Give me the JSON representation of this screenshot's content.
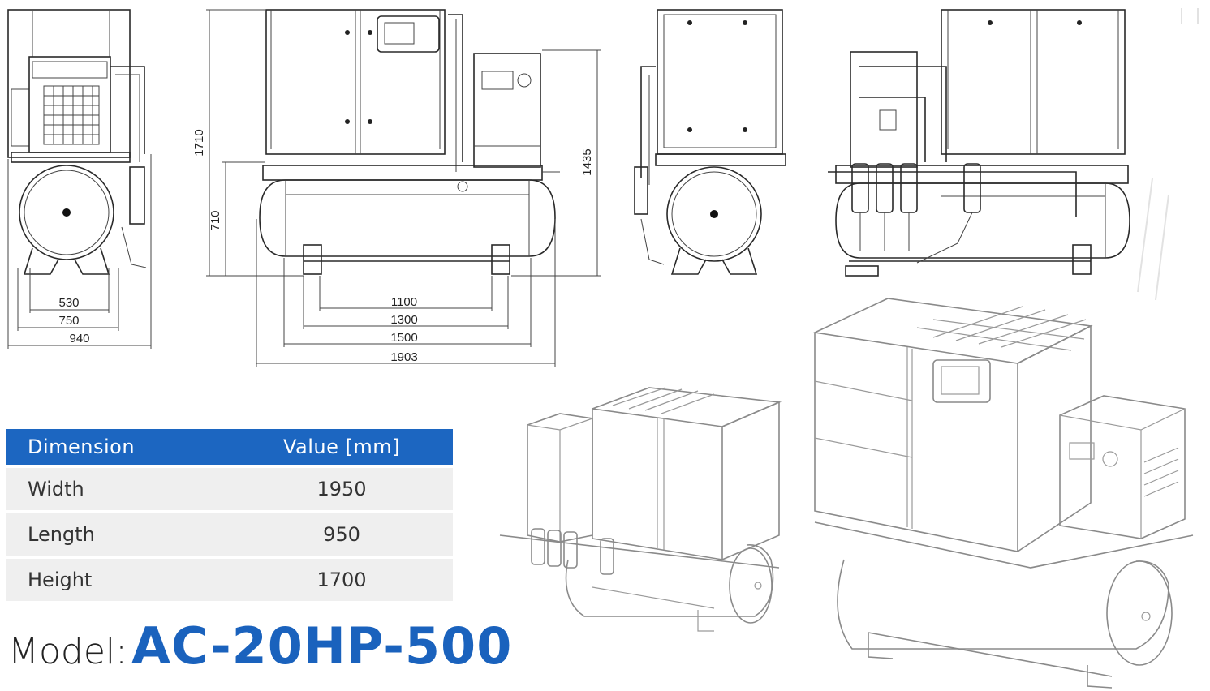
{
  "drawing": {
    "front_view": {
      "dims": [
        "530",
        "750",
        "940"
      ]
    },
    "side_view": {
      "height_dims": [
        "1710",
        "710",
        "1435"
      ],
      "length_dims": [
        "1100",
        "1300",
        "1500",
        "1903"
      ]
    }
  },
  "spec_table": {
    "headers": [
      "Dimension",
      "Value [mm]"
    ],
    "rows": [
      {
        "name": "Width",
        "value": "1950"
      },
      {
        "name": "Length",
        "value": "950"
      },
      {
        "name": "Height",
        "value": "1700"
      }
    ]
  },
  "model": {
    "label": "Model:",
    "value": "AC-20HP-500"
  },
  "colors": {
    "accent": "#1c66c1",
    "model_value": "#1a62bd",
    "table_row": "#efefef"
  }
}
